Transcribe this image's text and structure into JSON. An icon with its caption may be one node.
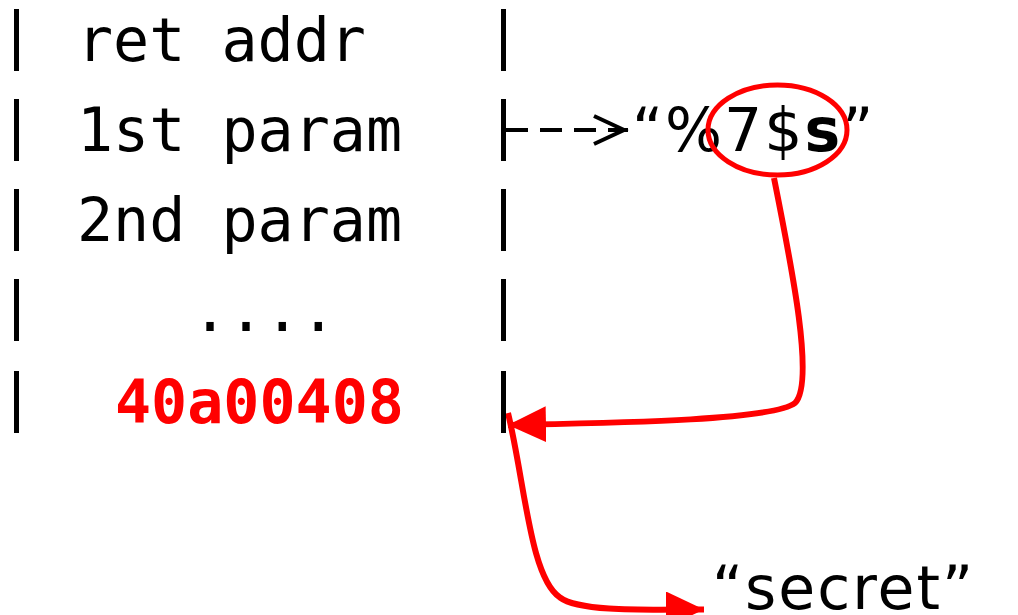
{
  "diagram": {
    "nodes": [
      {
        "text": [
          "ret addr"
        ]
      },
      {
        "text": [
          "1st param"
        ]
      },
      {
        "text": [
          "2nd param"
        ]
      },
      {
        "text": [
          "...."
        ]
      },
      {
        "text": [
          "40a00408"
        ]
      },
      {
        "text": [
          "“%7$**s**”"
        ]
      },
      {
        "text": [
          "“secret”"
        ]
      }
    ],
    "edges": [
      {
        "from": 1,
        "to": 5,
        "arrow": "to",
        "style": "dashed",
        "color": "#000000"
      },
      {
        "from": 5,
        "to": 4,
        "arrow": "to"
      },
      {
        "from": 4,
        "to": 6,
        "arrow": "to"
      }
    ]
  }
}
